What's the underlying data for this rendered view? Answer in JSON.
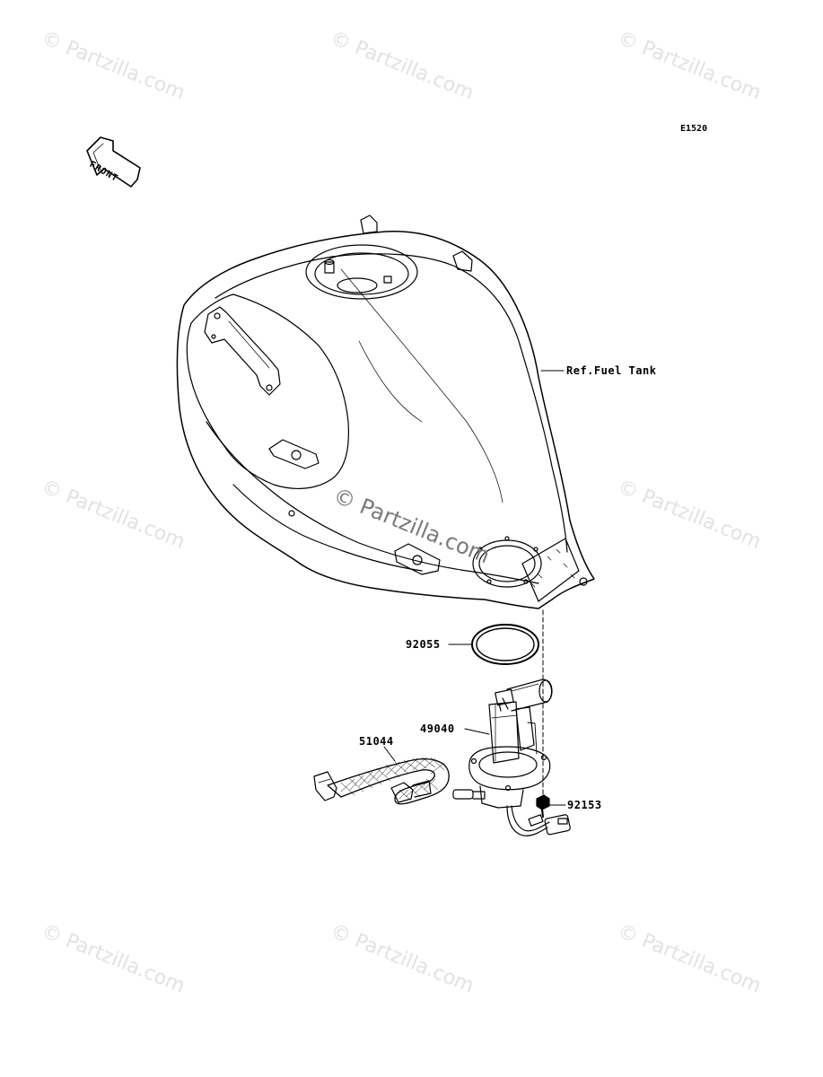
{
  "diagram": {
    "code": "E1520",
    "front_arrow_label": "FRONT",
    "watermark": "© Partzilla.com",
    "callouts": {
      "fuel_tank": "Ref.Fuel Tank",
      "gasket": "92055",
      "pump": "49040",
      "hose": "51044",
      "bolt": "92153"
    }
  }
}
